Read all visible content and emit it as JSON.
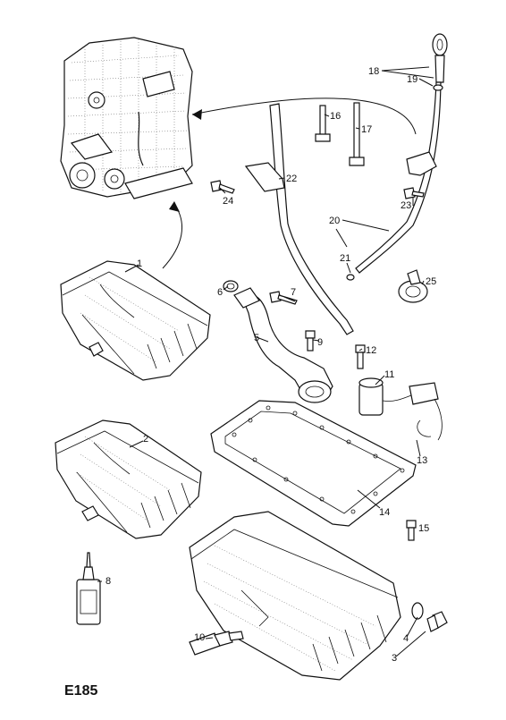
{
  "diagram": {
    "code": "E185",
    "callouts": {
      "c1": "1",
      "c2": "2",
      "c3": "3",
      "c4": "4",
      "c5": "5",
      "c6": "6",
      "c7": "7",
      "c8": "8",
      "c9": "9",
      "c10": "10",
      "c11": "11",
      "c12": "12",
      "c13": "13",
      "c14": "14",
      "c15": "15",
      "c16": "16",
      "c17": "17",
      "c18": "18",
      "c19": "19",
      "c20": "20",
      "c21": "21",
      "c22": "22",
      "c23": "23",
      "c24": "24",
      "c25": "25"
    }
  }
}
